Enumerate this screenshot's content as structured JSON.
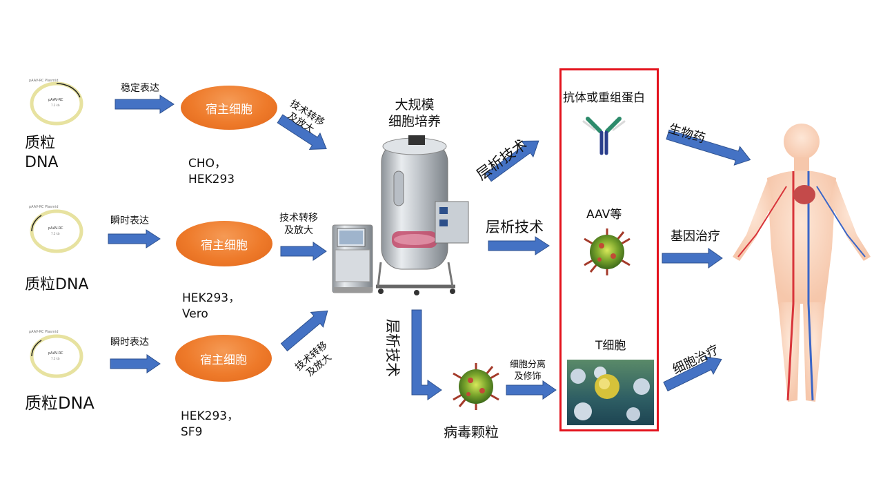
{
  "plasmid_titles": [
    "pAAV-RC Plasmid",
    "pAAV-RC Plasmid",
    "pAAV-RC Plasmid"
  ],
  "sources": {
    "row1": {
      "line1": "质粒",
      "line2": "DNA"
    },
    "row2": "质粒DNA",
    "row3": "质粒DNA"
  },
  "arrow_labels": {
    "stable": "稳定表达",
    "transient1": "瞬时表达",
    "transient2": "瞬时表达",
    "transfer_top": {
      "line1": "技术转移",
      "line2": "及放大"
    },
    "transfer_mid": {
      "line1": "技术转移",
      "line2": "及放大"
    },
    "transfer_bot": {
      "line1": "技术转移",
      "line2": "及放大"
    },
    "chrom_up": "层析技术",
    "chrom_mid": "层析技术",
    "chrom_down": "层析技术",
    "cell_sep": {
      "line1": "细胞分离",
      "line2": "及修饰"
    }
  },
  "host_cells": [
    "宿主细胞",
    "宿主细胞",
    "宿主细胞"
  ],
  "cell_lines": {
    "row1": {
      "line1": "CHO，",
      "line2": "HEK293"
    },
    "row2": {
      "line1": "HEK293，",
      "line2": "Vero"
    },
    "row3": {
      "line1": "HEK293，",
      "line2": "SF9"
    }
  },
  "bioreactor": {
    "line1": "大规模",
    "line2": "细胞培养"
  },
  "virus_particle": "病毒颗粒",
  "products": {
    "antibody": "抗体或重组蛋白",
    "aav": "AAV等",
    "tcell": "T细胞"
  },
  "therapies": {
    "biologic": "生物药",
    "gene": "基因治疗",
    "cell": "细胞治疗"
  },
  "colors": {
    "arrow": "#4472c4",
    "arrow_border": "#2f528f",
    "host_cell": "#ee7a2a",
    "highlight_box": "#e3121c",
    "body_skin": "#fad9c4",
    "artery": "#d8343a",
    "vein": "#3a66c8"
  }
}
